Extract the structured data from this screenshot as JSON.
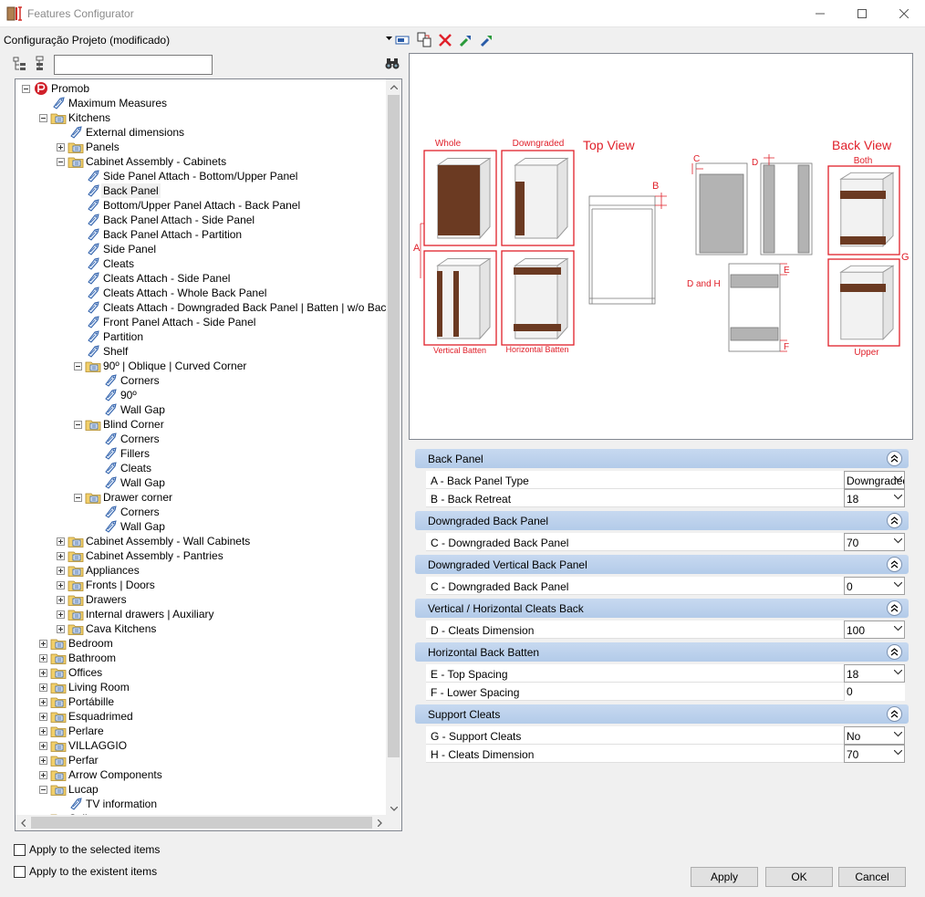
{
  "window": {
    "title": "Features Configurator"
  },
  "toolbar": {
    "profile": "Configuração Projeto (modificado)"
  },
  "search": {
    "placeholder": ""
  },
  "tree": {
    "rows": [
      {
        "label": "Promob",
        "level": 0,
        "exp": "minus",
        "icon": "promob"
      },
      {
        "label": "Maximum Measures",
        "level": 1,
        "exp": "",
        "icon": "tag"
      },
      {
        "label": "Kitchens",
        "level": 1,
        "exp": "minus",
        "icon": "folder"
      },
      {
        "label": "External dimensions",
        "level": 2,
        "exp": "",
        "icon": "tag"
      },
      {
        "label": "Panels",
        "level": 2,
        "exp": "plus",
        "icon": "folder"
      },
      {
        "label": "Cabinet Assembly - Cabinets",
        "level": 2,
        "exp": "minus",
        "icon": "folder"
      },
      {
        "label": "Side Panel Attach - Bottom/Upper Panel",
        "level": 3,
        "exp": "",
        "icon": "tag"
      },
      {
        "label": "Back Panel",
        "level": 3,
        "exp": "",
        "icon": "tag",
        "selected": true
      },
      {
        "label": " Bottom/Upper Panel Attach - Back Panel",
        "level": 3,
        "exp": "",
        "icon": "tag"
      },
      {
        "label": "Back Panel Attach - Side Panel",
        "level": 3,
        "exp": "",
        "icon": "tag"
      },
      {
        "label": "Back Panel Attach - Partition",
        "level": 3,
        "exp": "",
        "icon": "tag"
      },
      {
        "label": "Side Panel",
        "level": 3,
        "exp": "",
        "icon": "tag"
      },
      {
        "label": "Cleats",
        "level": 3,
        "exp": "",
        "icon": "tag"
      },
      {
        "label": "Cleats Attach - Side Panel",
        "level": 3,
        "exp": "",
        "icon": "tag"
      },
      {
        "label": "Cleats Attach - Whole Back Panel",
        "level": 3,
        "exp": "",
        "icon": "tag"
      },
      {
        "label": "Cleats Attach - Downgraded Back Panel | Batten | w/o Back Panel",
        "level": 3,
        "exp": "",
        "icon": "tag"
      },
      {
        "label": "Front Panel Attach - Side Panel",
        "level": 3,
        "exp": "",
        "icon": "tag"
      },
      {
        "label": "Partition",
        "level": 3,
        "exp": "",
        "icon": "tag"
      },
      {
        "label": "Shelf",
        "level": 3,
        "exp": "",
        "icon": "tag"
      },
      {
        "label": "90º | Oblique | Curved Corner",
        "level": 3,
        "exp": "minus",
        "icon": "folder"
      },
      {
        "label": "Corners",
        "level": 4,
        "exp": "",
        "icon": "tag"
      },
      {
        "label": "90º",
        "level": 4,
        "exp": "",
        "icon": "tag"
      },
      {
        "label": "Wall Gap",
        "level": 4,
        "exp": "",
        "icon": "tag"
      },
      {
        "label": "Blind Corner",
        "level": 3,
        "exp": "minus",
        "icon": "folder"
      },
      {
        "label": "Corners",
        "level": 4,
        "exp": "",
        "icon": "tag"
      },
      {
        "label": "Fillers",
        "level": 4,
        "exp": "",
        "icon": "tag"
      },
      {
        "label": "Cleats",
        "level": 4,
        "exp": "",
        "icon": "tag"
      },
      {
        "label": "Wall Gap",
        "level": 4,
        "exp": "",
        "icon": "tag"
      },
      {
        "label": "Drawer corner",
        "level": 3,
        "exp": "minus",
        "icon": "folder"
      },
      {
        "label": "Corners",
        "level": 4,
        "exp": "",
        "icon": "tag"
      },
      {
        "label": "Wall Gap",
        "level": 4,
        "exp": "",
        "icon": "tag"
      },
      {
        "label": "Cabinet Assembly - Wall Cabinets",
        "level": 2,
        "exp": "plus",
        "icon": "folder"
      },
      {
        "label": "Cabinet Assembly - Pantries",
        "level": 2,
        "exp": "plus",
        "icon": "folder"
      },
      {
        "label": "Appliances",
        "level": 2,
        "exp": "plus",
        "icon": "folder"
      },
      {
        "label": "Fronts | Doors",
        "level": 2,
        "exp": "plus",
        "icon": "folder"
      },
      {
        "label": "Drawers",
        "level": 2,
        "exp": "plus",
        "icon": "folder"
      },
      {
        "label": "Internal drawers | Auxiliary",
        "level": 2,
        "exp": "plus",
        "icon": "folder"
      },
      {
        "label": "Cava Kitchens",
        "level": 2,
        "exp": "plus",
        "icon": "folder"
      },
      {
        "label": "Bedroom",
        "level": 1,
        "exp": "plus",
        "icon": "folder"
      },
      {
        "label": "Bathroom",
        "level": 1,
        "exp": "plus",
        "icon": "folder"
      },
      {
        "label": "Offices",
        "level": 1,
        "exp": "plus",
        "icon": "folder"
      },
      {
        "label": "Living Room",
        "level": 1,
        "exp": "plus",
        "icon": "folder"
      },
      {
        "label": "Portábille",
        "level": 1,
        "exp": "plus",
        "icon": "folder"
      },
      {
        "label": "Esquadrimed",
        "level": 1,
        "exp": "plus",
        "icon": "folder"
      },
      {
        "label": "Perlare",
        "level": 1,
        "exp": "plus",
        "icon": "folder"
      },
      {
        "label": "VILLAGGIO",
        "level": 1,
        "exp": "plus",
        "icon": "folder"
      },
      {
        "label": "Perfar",
        "level": 1,
        "exp": "plus",
        "icon": "folder"
      },
      {
        "label": "Arrow Components",
        "level": 1,
        "exp": "plus",
        "icon": "folder"
      },
      {
        "label": "Lucap",
        "level": 1,
        "exp": "minus",
        "icon": "folder"
      },
      {
        "label": "TV information",
        "level": 2,
        "exp": "",
        "icon": "tag"
      },
      {
        "label": "Cali",
        "level": 1,
        "exp": "plus",
        "icon": "folder"
      }
    ]
  },
  "preview": {
    "labels": {
      "whole": "Whole",
      "downgraded": "Downgraded",
      "top_view": "Top View",
      "back_view": "Back View",
      "both": "Both",
      "upper": "Upper",
      "vertical_batten": "Vertical Batten",
      "horizontal_batten": "Horizontal Batten",
      "a": "A",
      "b": "B",
      "c": "C",
      "d": "D",
      "d_and_h": "D and H",
      "e": "E",
      "f": "F",
      "g": "G"
    },
    "colors": {
      "accent": "#e0202a",
      "wood": "#6b3a22",
      "gray": "#b3b3b3"
    }
  },
  "properties": {
    "sections": [
      {
        "title": "Back Panel",
        "rows": [
          {
            "label": "A - Back Panel Type",
            "value": "Downgraded",
            "dropdown": true
          },
          {
            "label": "B - Back Retreat",
            "value": "18",
            "dropdown": true
          }
        ]
      },
      {
        "title": "Downgraded  Back Panel",
        "rows": [
          {
            "label": "C - Downgraded Back Panel",
            "value": "70",
            "dropdown": true
          }
        ]
      },
      {
        "title": "Downgraded Vertical Back Panel",
        "rows": [
          {
            "label": "C - Downgraded Back Panel",
            "value": "0",
            "dropdown": true
          }
        ]
      },
      {
        "title": "Vertical / Horizontal Cleats Back",
        "rows": [
          {
            "label": "D - Cleats Dimension",
            "value": "100",
            "dropdown": true
          }
        ]
      },
      {
        "title": "Horizontal Back Batten",
        "rows": [
          {
            "label": "E - Top Spacing",
            "value": "18",
            "dropdown": true
          },
          {
            "label": "F - Lower Spacing",
            "value": "0",
            "dropdown": false
          }
        ]
      },
      {
        "title": "Support Cleats",
        "rows": [
          {
            "label": "G - Support Cleats",
            "value": "No",
            "dropdown": true
          },
          {
            "label": "H - Cleats Dimension",
            "value": "70",
            "dropdown": true
          }
        ]
      }
    ]
  },
  "footer": {
    "apply_selected": "Apply to the selected items",
    "apply_existent": "Apply to the existent items",
    "apply": "Apply",
    "ok": "OK",
    "cancel": "Cancel"
  }
}
